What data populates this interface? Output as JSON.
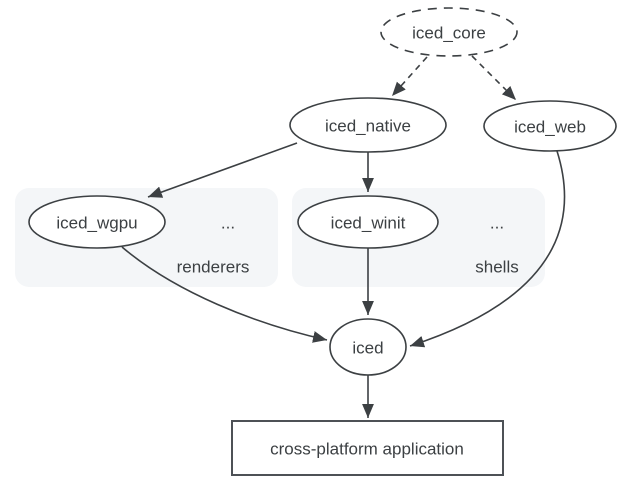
{
  "colors": {
    "stroke": "#3c4043",
    "text": "#3c4043",
    "accent_blue": "#1a73e8",
    "group_fill": "#f4f6f8"
  },
  "nodes": {
    "iced_core": {
      "label": "iced_core"
    },
    "iced_native": {
      "label": "iced_native"
    },
    "iced_web": {
      "label": "iced_web"
    },
    "iced_wgpu": {
      "label": "iced_wgpu"
    },
    "iced_winit": {
      "label": "iced_winit"
    },
    "iced": {
      "label": "iced"
    },
    "application": {
      "label": "cross-platform application"
    }
  },
  "groups": {
    "renderers": {
      "label": "renderers",
      "more": "..."
    },
    "shells": {
      "label": "shells",
      "more": "..."
    }
  },
  "edges": [
    {
      "from": "iced_core",
      "to": "iced_native",
      "style": "dashed"
    },
    {
      "from": "iced_core",
      "to": "iced_web",
      "style": "dashed"
    },
    {
      "from": "iced_native",
      "to": "iced_wgpu",
      "style": "solid"
    },
    {
      "from": "iced_native",
      "to": "iced_winit",
      "style": "solid"
    },
    {
      "from": "iced_wgpu",
      "to": "iced",
      "style": "solid"
    },
    {
      "from": "iced_winit",
      "to": "iced",
      "style": "solid"
    },
    {
      "from": "iced_web",
      "to": "iced",
      "style": "solid"
    },
    {
      "from": "iced",
      "to": "application",
      "style": "solid"
    }
  ]
}
